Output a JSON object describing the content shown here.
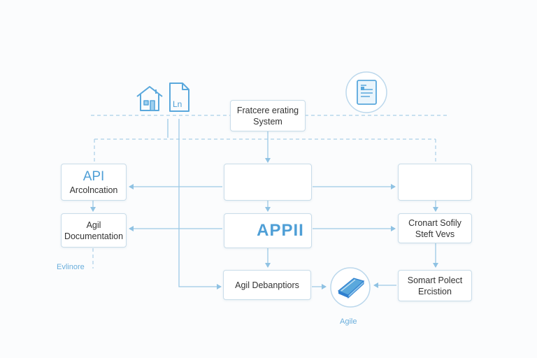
{
  "nodes": {
    "top": {
      "line1": "Fratcere erating",
      "line2": "System"
    },
    "api_left": {
      "title": "API",
      "subtitle": "Arcolncation"
    },
    "agil_left": {
      "line1": "Agil",
      "line2": "Documentation"
    },
    "center_mid": {
      "title": "APPII"
    },
    "center_bottom": {
      "label": "Agil Debanptiors"
    },
    "right_mid": {
      "line1": "Cronart Sofily",
      "line2": "Steft Vevs"
    },
    "right_bottom": {
      "line1": "Somart Polect",
      "line2": "Ercistion"
    }
  },
  "labels": {
    "left_side": "Evlinore",
    "book": "Agile"
  },
  "icons": {
    "house": "house-icon",
    "doc_ln": "document-ln-icon",
    "doc_top_right": "document-icon",
    "pie": "pie-chart-icon",
    "calendar": "calendar-icon",
    "cube": "cube-icon",
    "book": "book-icon"
  },
  "doc_icon_text": "Ln",
  "colors": {
    "line": "#9cc9e6",
    "dashed": "#a9cfe8",
    "accent": "#4f9fd6",
    "border": "#c9dce9"
  }
}
